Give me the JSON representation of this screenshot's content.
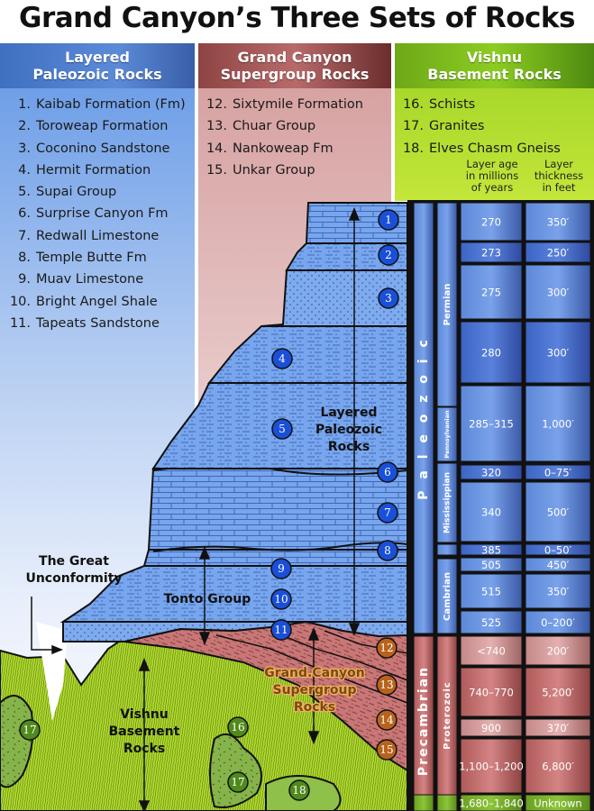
{
  "title": "Grand Canyon’s Three Sets of Rocks",
  "columns": {
    "paleozoic": {
      "heading_line1": "Layered",
      "heading_line2": "Paleozoic Rocks",
      "color": "#4f7fcf",
      "items": [
        {
          "n": "1.",
          "name": "Kaibab Formation (Fm)"
        },
        {
          "n": "2.",
          "name": "Toroweap Formation"
        },
        {
          "n": "3.",
          "name": "Coconino Sandstone"
        },
        {
          "n": "4.",
          "name": "Hermit Formation"
        },
        {
          "n": "5.",
          "name": "Supai Group"
        },
        {
          "n": "6.",
          "name": "Surprise Canyon Fm"
        },
        {
          "n": "7.",
          "name": "Redwall Limestone"
        },
        {
          "n": "8.",
          "name": "Temple Butte Fm"
        },
        {
          "n": "9.",
          "name": "Muav Limestone"
        },
        {
          "n": "10.",
          "name": "Bright Angel Shale"
        },
        {
          "n": "11.",
          "name": "Tapeats Sandstone"
        }
      ]
    },
    "supergroup": {
      "heading_line1": "Grand Canyon",
      "heading_line2": "Supergroup Rocks",
      "color": "#a65656",
      "items": [
        {
          "n": "12.",
          "name": "Sixtymile Formation"
        },
        {
          "n": "13.",
          "name": "Chuar Group"
        },
        {
          "n": "14.",
          "name": "Nankoweap Fm"
        },
        {
          "n": "15.",
          "name": "Unkar Group"
        }
      ]
    },
    "vishnu": {
      "heading_line1": "Vishnu",
      "heading_line2": "Basement Rocks",
      "color": "#7ab81c",
      "items": [
        {
          "n": "16.",
          "name": "Schists"
        },
        {
          "n": "17.",
          "name": "Granites"
        },
        {
          "n": "18.",
          "name": "Elves Chasm Gneiss"
        }
      ]
    }
  },
  "table_headers": {
    "age": [
      "Layer age",
      "in millions",
      "of years"
    ],
    "thickness": [
      "Layer",
      "thickness",
      "in feet"
    ]
  },
  "eras": [
    {
      "label": "Paleozoic",
      "spaced": "P a l e o z o i c"
    },
    {
      "label": "Precambrian",
      "spaced": "Precambrian"
    }
  ],
  "periods": [
    "Permian",
    "Pennsylvanian",
    "Mississippian",
    "Cambrian",
    "Proterozoic"
  ],
  "rows": [
    {
      "layer": 1,
      "age": "270",
      "thickness": "350′",
      "group": "paleozoic"
    },
    {
      "layer": 2,
      "age": "273",
      "thickness": "250′",
      "group": "paleozoic"
    },
    {
      "layer": 3,
      "age": "275",
      "thickness": "300′",
      "group": "paleozoic"
    },
    {
      "layer": 4,
      "age": "280",
      "thickness": "300′",
      "group": "paleozoic"
    },
    {
      "layer": 5,
      "age": "285–315",
      "thickness": "1,000′",
      "group": "paleozoic"
    },
    {
      "layer": 6,
      "age": "320",
      "thickness": "0–75′",
      "group": "paleozoic"
    },
    {
      "layer": 7,
      "age": "340",
      "thickness": "500′",
      "group": "paleozoic"
    },
    {
      "layer": 8,
      "age": "385",
      "thickness": "0–50′",
      "group": "paleozoic"
    },
    {
      "layer": 9,
      "age": "505",
      "thickness": "450′",
      "group": "paleozoic"
    },
    {
      "layer": 10,
      "age": "515",
      "thickness": "350′",
      "group": "paleozoic"
    },
    {
      "layer": 11,
      "age": "525",
      "thickness": "0–200′",
      "group": "paleozoic"
    },
    {
      "layer": 12,
      "age": "<740",
      "thickness": "200′",
      "group": "supergroup"
    },
    {
      "layer": 13,
      "age": "740–770",
      "thickness": "5,200′",
      "group": "supergroup"
    },
    {
      "layer": 14,
      "age": "900",
      "thickness": "370′",
      "group": "supergroup"
    },
    {
      "layer": 15,
      "age": "1,100–1,200",
      "thickness": "6,800′",
      "group": "supergroup"
    },
    {
      "layer": "16-18",
      "age": "1,680–1,840",
      "thickness": "Unknown",
      "group": "vishnu"
    }
  ],
  "diagram_labels": {
    "layered_paleozoic": [
      "Layered",
      "Paleozoic",
      "Rocks"
    ],
    "tonto_group": "Tonto Group",
    "great_unconformity": [
      "The Great",
      "Unconformity"
    ],
    "supergroup": [
      "Grand.Canyon",
      "Supergroup",
      "Rocks"
    ],
    "vishnu": [
      "Vishnu",
      "Basement",
      "Rocks"
    ]
  },
  "badges": {
    "blue": [
      "1",
      "2",
      "3",
      "4",
      "5",
      "6",
      "7",
      "8",
      "9",
      "10",
      "11"
    ],
    "orange": [
      "12",
      "13",
      "14",
      "15"
    ],
    "green": [
      "16",
      "17",
      "17",
      "18"
    ]
  },
  "colors": {
    "blue_fill": "#6f9fe8",
    "blue_badge": "#1a4fd8",
    "red_fill": "#c97676",
    "orange_badge": "#b8621c",
    "green_fill": "#b0dc30",
    "green_badge": "#4f8a1a"
  }
}
